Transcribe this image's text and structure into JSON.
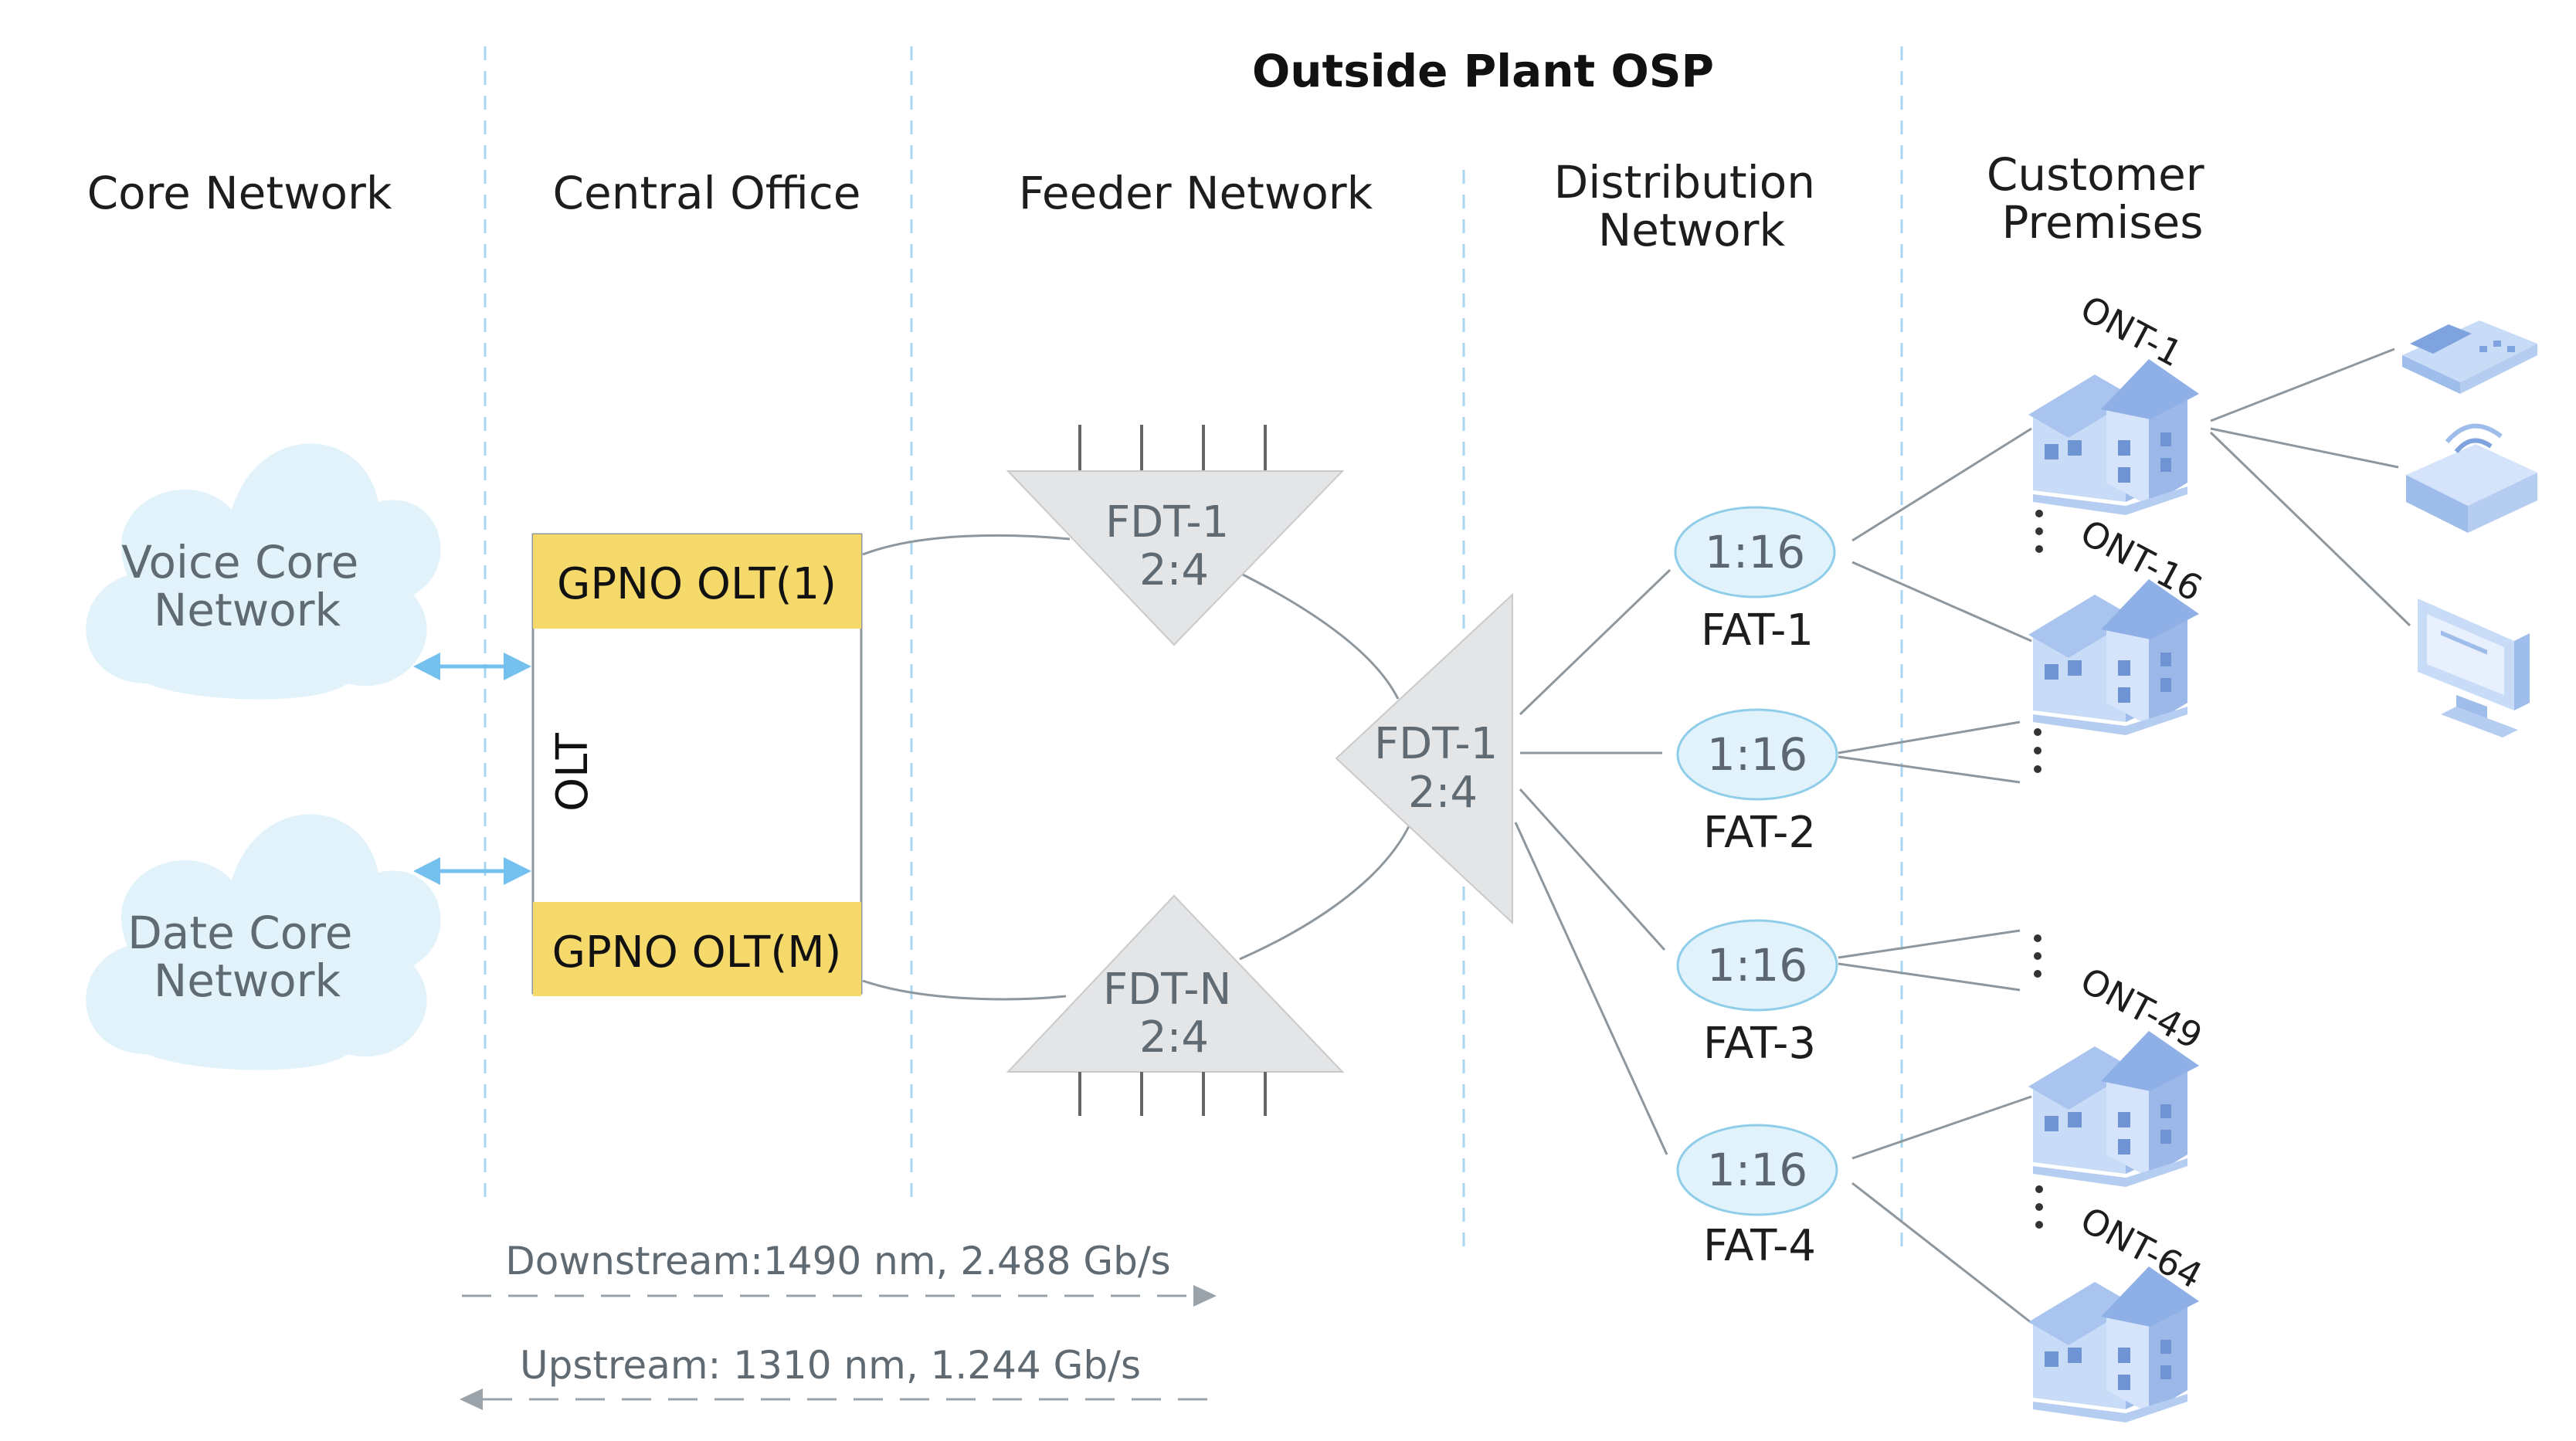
{
  "banner": {
    "outside_plant": "Outside Plant OSP"
  },
  "columns": {
    "core_network": "Core Network",
    "central_office": "Central Office",
    "feeder_network": "Feeder Network",
    "distribution_network": [
      "Distribution",
      "Network"
    ],
    "customer_premises": [
      "Customer",
      "Premises"
    ]
  },
  "clouds": {
    "voice": [
      "Voice Core",
      "Network"
    ],
    "data": [
      "Date Core",
      "Network"
    ]
  },
  "olt": {
    "top_label": "GPNO OLT(1)",
    "bottom_label": "GPNO OLT(M)",
    "side_label": "OLT"
  },
  "fdts": {
    "top": [
      "FDT-1",
      "2:4"
    ],
    "middle": [
      "FDT-1",
      "2:4"
    ],
    "bottom": [
      "FDT-N",
      "2:4"
    ]
  },
  "fats": [
    {
      "ratio": "1:16",
      "label": "FAT-1"
    },
    {
      "ratio": "1:16",
      "label": "FAT-2"
    },
    {
      "ratio": "1:16",
      "label": "FAT-3"
    },
    {
      "ratio": "1:16",
      "label": "FAT-4"
    }
  ],
  "onts": [
    "ONT-1",
    "ONT-16",
    "ONT-49",
    "ONT-64"
  ],
  "streams": {
    "downstream": "Downstream:1490 nm, 2.488 Gb/s",
    "upstream": "Upstream: 1310 nm, 1.244 Gb/s"
  },
  "devices": [
    "phone-icon",
    "wifi-router-icon",
    "computer-monitor-icon"
  ],
  "colors": {
    "olt_fill": "#f5d96b",
    "cloud_fill": "#e1f2fb",
    "fat_fill": "#e1f2fb",
    "fdt_fill": "#e4e5e6",
    "arrow_blue": "#74c0ee",
    "divider": "#a9d6f0"
  }
}
